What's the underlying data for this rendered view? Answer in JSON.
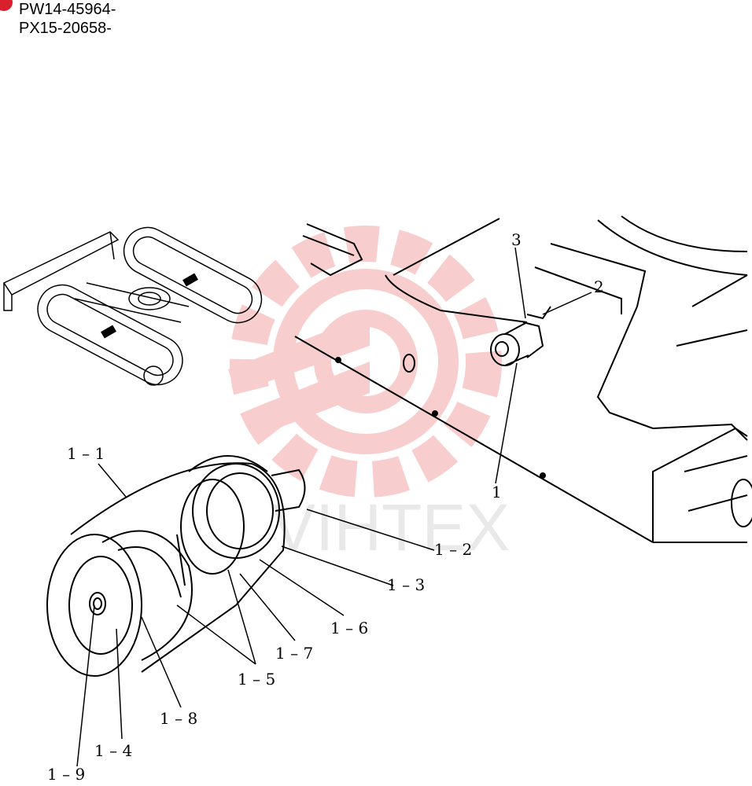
{
  "header": {
    "badge_text": "",
    "serial_1": "PW14-45964-",
    "serial_2": "PX15-20658-"
  },
  "watermark": {
    "text": "VIHTEX",
    "color": "#f4b8b8"
  },
  "callouts": {
    "l1": "1",
    "l2": "2",
    "l3": "3",
    "l1_1": "1 – 1",
    "l1_2": "1 – 2",
    "l1_3": "1 – 3",
    "l1_4": "1 – 4",
    "l1_5": "1 – 5",
    "l1_6": "1 – 6",
    "l1_7": "1 – 7",
    "l1_8": "1 – 8",
    "l1_9": "1 – 9"
  }
}
